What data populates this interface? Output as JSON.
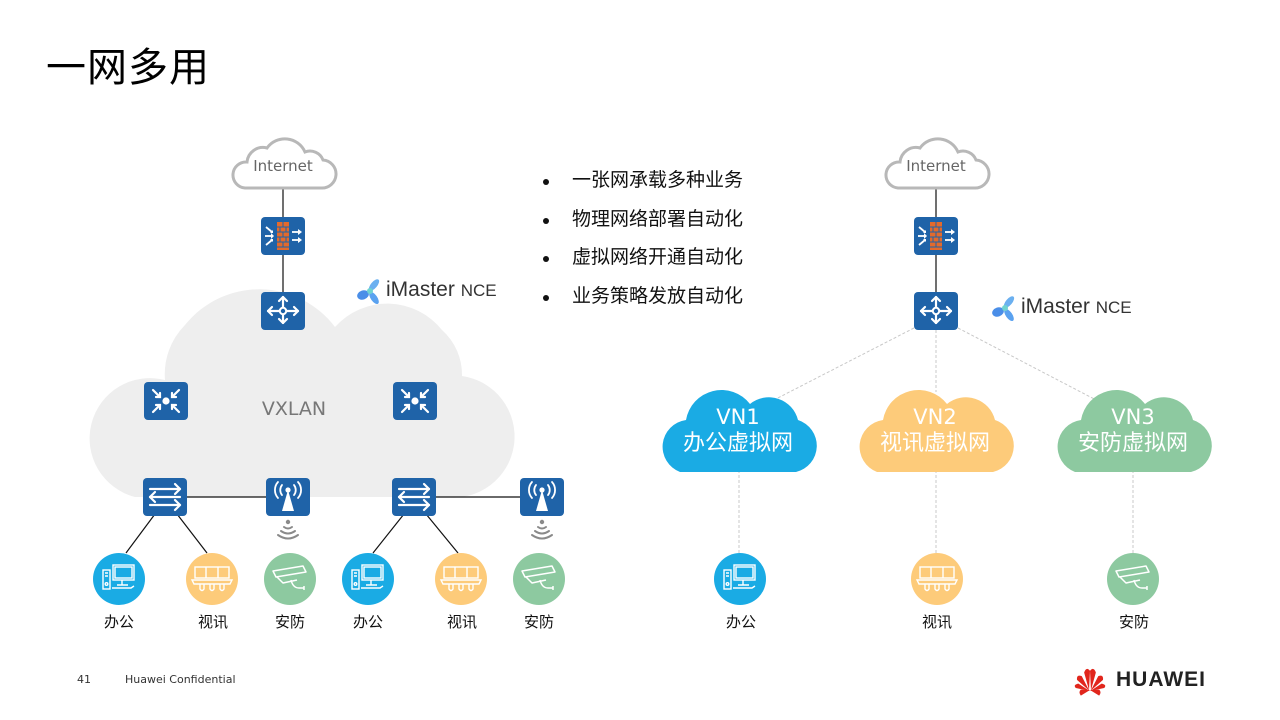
{
  "slide": {
    "title": "一网多用",
    "page_number": "41",
    "confidential": "Huawei Confidential",
    "brand": "HUAWEI"
  },
  "bullets": [
    "一张网承载多种业务",
    "物理网络部署自动化",
    "虚拟网络开通自动化",
    "业务策略发放自动化"
  ],
  "left_diagram": {
    "internet_label": "Internet",
    "controller_name": "iMaster",
    "controller_suffix": "NCE",
    "fabric_label": "VXLAN",
    "endpoints": [
      "办公",
      "视讯",
      "安防",
      "办公",
      "视讯",
      "安防"
    ]
  },
  "right_diagram": {
    "internet_label": "Internet",
    "controller_name": "iMaster",
    "controller_suffix": "NCE",
    "virtual_networks": [
      {
        "id": "VN1",
        "name": "办公虚拟网",
        "color": "#1aabe4",
        "endpoint": "办公"
      },
      {
        "id": "VN2",
        "name": "视讯虚拟网",
        "color": "#fdcb7a",
        "endpoint": "视讯"
      },
      {
        "id": "VN3",
        "name": "安防虚拟网",
        "color": "#8dc9a0",
        "endpoint": "安防"
      }
    ]
  },
  "colors": {
    "device_blue": "#1f63a8",
    "office_blue": "#1aabe4",
    "video_orange": "#fdcb7a",
    "security_green": "#8dc9a0",
    "firewall_brick": "#e36a2c",
    "fabric_gray": "#eeeeee",
    "huawei_red": "#e1261c"
  }
}
